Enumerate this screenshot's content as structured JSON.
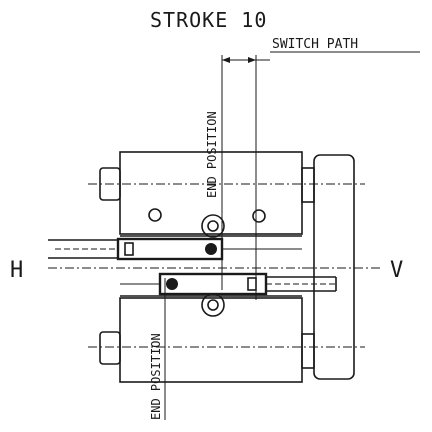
{
  "labels": {
    "stroke": "STROKE 10",
    "switch_path": "SWITCH PATH",
    "end_position_top": "END POSITION",
    "end_position_bottom": "END POSITION",
    "left_side": "H",
    "right_side": "V"
  },
  "colors": {
    "line": "#1a1a1a",
    "background": "#ffffff"
  }
}
